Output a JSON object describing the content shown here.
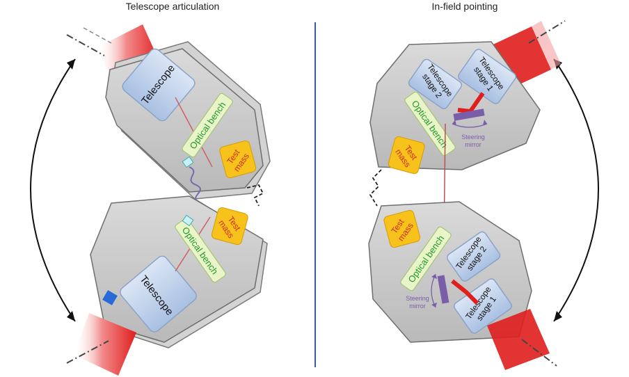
{
  "titles": {
    "left": "Telescope articulation",
    "right": "In-field pointing"
  },
  "labels": {
    "telescope": "Telescope",
    "optical_bench": "Optical bench",
    "test_mass_line1": "Test",
    "test_mass_line2": "mass",
    "telescope_stage1_line1": "Telescope",
    "telescope_stage1_line2": "stage 1",
    "telescope_stage2_line1": "Telescope",
    "telescope_stage2_line2": "stage 2",
    "steering_mirror_line1": "Steering",
    "steering_mirror_line2": "mirror"
  },
  "colors": {
    "housing_fill": "#c9c9c9",
    "housing_stroke": "#6e6e6e",
    "telescope_fill": "#c7d8ee",
    "optical_bench_fill": "#e9f5c9",
    "optical_bench_text": "#1e9a28",
    "test_mass_fill": "#f7c21c",
    "test_mass_text": "#cc2a1a",
    "beam_red": "#e01e1e",
    "mirror_purple": "#7b5ea8",
    "divider": "#3b5a8c"
  }
}
